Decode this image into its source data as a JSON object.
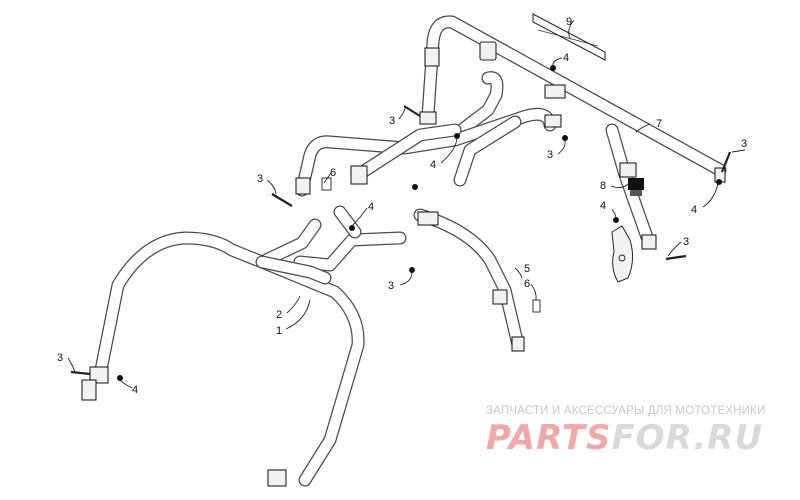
{
  "callouts": [
    {
      "id": "c1",
      "text": "1"
    },
    {
      "id": "c2",
      "text": "2"
    },
    {
      "id": "c3a",
      "text": "3"
    },
    {
      "id": "c3b",
      "text": "3"
    },
    {
      "id": "c3c",
      "text": "3"
    },
    {
      "id": "c3d",
      "text": "3"
    },
    {
      "id": "c3e",
      "text": "3"
    },
    {
      "id": "c3f",
      "text": "3"
    },
    {
      "id": "c3g",
      "text": "3"
    },
    {
      "id": "c4a",
      "text": "4"
    },
    {
      "id": "c4b",
      "text": "4"
    },
    {
      "id": "c4c",
      "text": "4"
    },
    {
      "id": "c4d",
      "text": "4"
    },
    {
      "id": "c4e",
      "text": "4"
    },
    {
      "id": "c4f",
      "text": "4"
    },
    {
      "id": "c5",
      "text": "5"
    },
    {
      "id": "c6a",
      "text": "6"
    },
    {
      "id": "c6b",
      "text": "6"
    },
    {
      "id": "c7",
      "text": "7"
    },
    {
      "id": "c8",
      "text": "8"
    },
    {
      "id": "c9",
      "text": "9"
    }
  ],
  "watermark": {
    "tagline": "ЗАПЧАСТИ И АКСЕССУАРЫ ДЛЯ МОТОТЕХНИКИ",
    "brand_a": "PARTS",
    "brand_b": "FOR.RU"
  }
}
